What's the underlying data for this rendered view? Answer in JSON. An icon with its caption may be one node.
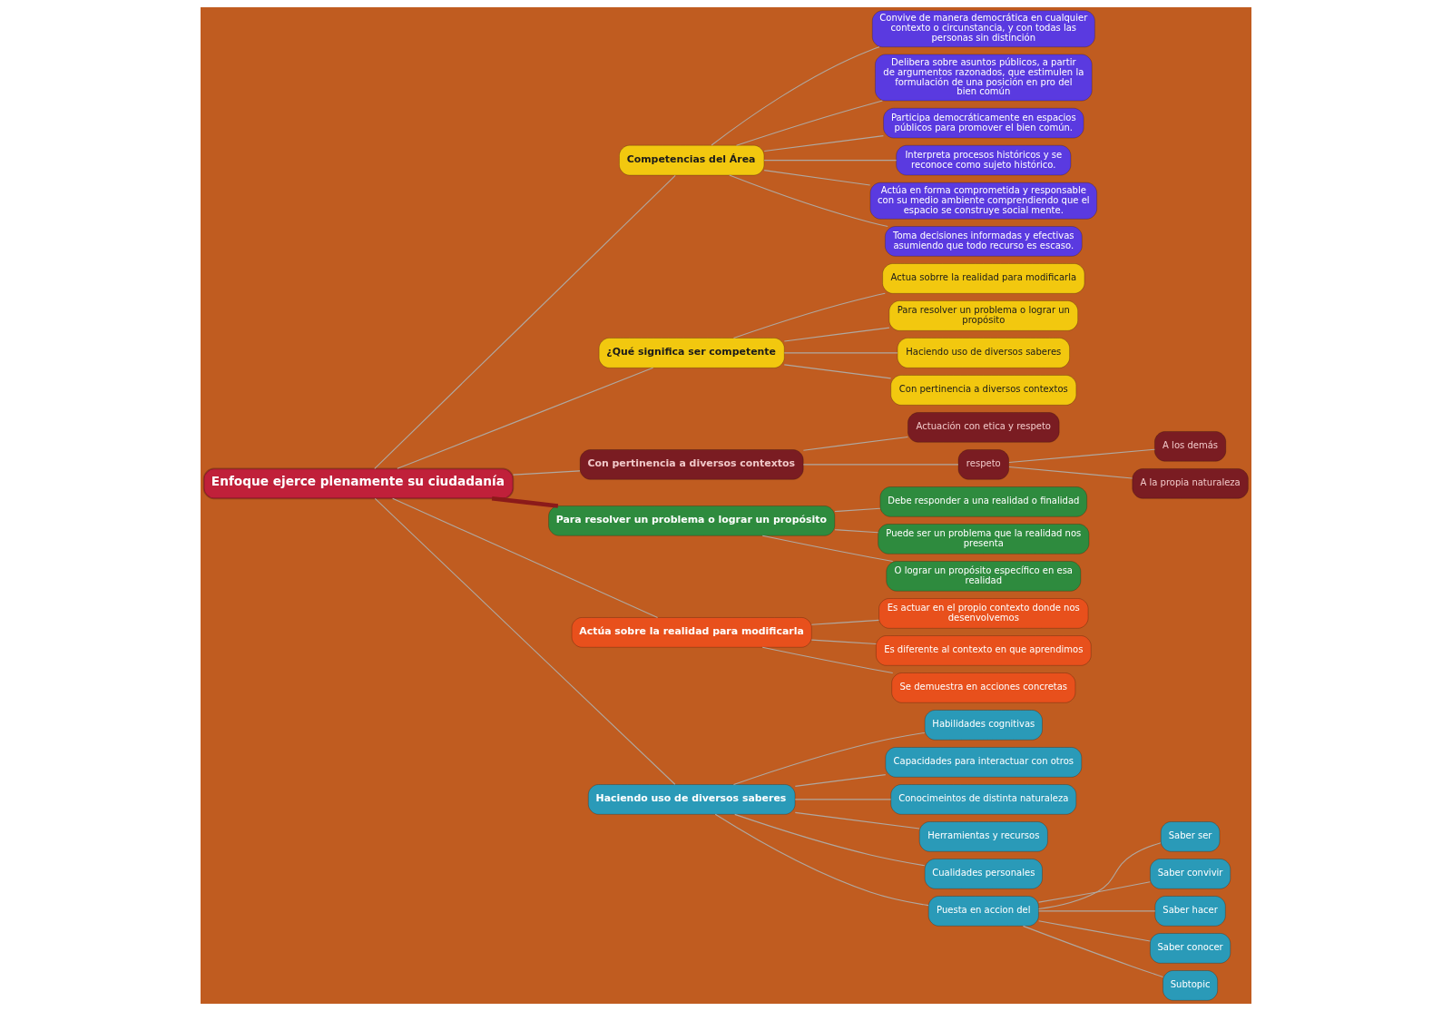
{
  "diagram": {
    "nodes": [
      {
        "text": [
          "Enfoque ejerce plenamente su ciudadanía"
        ]
      },
      {
        "text": [
          "Competencias del Área"
        ]
      },
      {
        "text": [
          "Convive de manera democrática en cualquier contexto o circunstancia, y con todas las personas sin distinción"
        ]
      },
      {
        "text": [
          "Delibera sobre asuntos públicos, a partir de argumentos razonados, que estimulen la formulación de una posición en pro del bien común"
        ]
      },
      {
        "text": [
          "Participa democráticamente en espacios públicos para promover el bien común."
        ]
      },
      {
        "text": [
          "Interpreta procesos históricos y se reconoce como sujeto histórico."
        ]
      },
      {
        "text": [
          "Actúa en forma comprometida y responsable con su medio ambiente comprendiendo que el espacio se construye social mente."
        ]
      },
      {
        "text": [
          "Toma decisiones informadas y efectivas asumiendo que todo recurso es escaso."
        ]
      },
      {
        "text": [
          "¿Qué significa ser competente"
        ]
      },
      {
        "text": [
          "Actua sobrre la realidad para modificarla"
        ]
      },
      {
        "text": [
          "Para resolver un problema o lograr un propósito"
        ]
      },
      {
        "text": [
          "Haciendo uso de diversos saberes"
        ]
      },
      {
        "text": [
          "Con pertinencia a diversos contextos"
        ]
      },
      {
        "text": [
          "Con pertinencia a diversos contextos"
        ]
      },
      {
        "text": [
          "Actuación con etica y respeto"
        ]
      },
      {
        "text": [
          "respeto"
        ]
      },
      {
        "text": [
          "A los demás"
        ]
      },
      {
        "text": [
          "A la propia naturaleza"
        ]
      },
      {
        "text": [
          "Para resolver un problema o lograr un propósito"
        ]
      },
      {
        "text": [
          "Debe responder a una realidad o finalidad"
        ]
      },
      {
        "text": [
          "Puede ser un problema que la realidad nos presenta"
        ]
      },
      {
        "text": [
          "O lograr un propósito específico en esa realidad"
        ]
      },
      {
        "text": [
          "Actúa sobre la realidad para modificarla"
        ]
      },
      {
        "text": [
          "Es actuar en el propio contexto donde nos desenvolvemos"
        ]
      },
      {
        "text": [
          "Es diferente al contexto en que aprendimos"
        ]
      },
      {
        "text": [
          "Se demuestra en acciones concretas"
        ]
      },
      {
        "text": [
          "Haciendo uso de diversos saberes"
        ]
      },
      {
        "text": [
          "Habilidades cognitivas"
        ]
      },
      {
        "text": [
          "Capacidades para interactuar con otros"
        ]
      },
      {
        "text": [
          "Conocimeintos de distinta naturaleza"
        ]
      },
      {
        "text": [
          "Herramientas y recursos"
        ]
      },
      {
        "text": [
          "Cualidades personales"
        ]
      },
      {
        "text": [
          "Puesta en accion del"
        ]
      },
      {
        "text": [
          "Saber ser"
        ]
      },
      {
        "text": [
          "Saber convivir"
        ]
      },
      {
        "text": [
          "Saber hacer"
        ]
      },
      {
        "text": [
          "Saber conocer"
        ]
      },
      {
        "text": [
          "Subtopic"
        ]
      }
    ],
    "edges": [
      {
        "from": 0,
        "to": 1,
        "arrow": "none"
      },
      {
        "from": 1,
        "to": 2,
        "arrow": "none"
      },
      {
        "from": 1,
        "to": 3,
        "arrow": "none"
      },
      {
        "from": 1,
        "to": 4,
        "arrow": "none"
      },
      {
        "from": 1,
        "to": 5,
        "arrow": "none"
      },
      {
        "from": 1,
        "to": 6,
        "arrow": "none"
      },
      {
        "from": 1,
        "to": 7,
        "arrow": "none"
      },
      {
        "from": 0,
        "to": 8,
        "arrow": "none"
      },
      {
        "from": 8,
        "to": 9,
        "arrow": "none"
      },
      {
        "from": 8,
        "to": 10,
        "arrow": "none"
      },
      {
        "from": 8,
        "to": 11,
        "arrow": "none"
      },
      {
        "from": 8,
        "to": 12,
        "arrow": "none"
      },
      {
        "from": 0,
        "to": 13,
        "arrow": "none"
      },
      {
        "from": 13,
        "to": 14,
        "arrow": "none"
      },
      {
        "from": 13,
        "to": 15,
        "arrow": "none"
      },
      {
        "from": 15,
        "to": 16,
        "arrow": "none"
      },
      {
        "from": 15,
        "to": 17,
        "arrow": "none"
      },
      {
        "from": 0,
        "to": 18,
        "arrow": "none",
        "style": "thick",
        "color": "#8b1a1a"
      },
      {
        "from": 18,
        "to": 19,
        "arrow": "none"
      },
      {
        "from": 18,
        "to": 20,
        "arrow": "none"
      },
      {
        "from": 18,
        "to": 21,
        "arrow": "none"
      },
      {
        "from": 0,
        "to": 22,
        "arrow": "none"
      },
      {
        "from": 22,
        "to": 23,
        "arrow": "none"
      },
      {
        "from": 22,
        "to": 24,
        "arrow": "none"
      },
      {
        "from": 22,
        "to": 25,
        "arrow": "none"
      },
      {
        "from": 0,
        "to": 26,
        "arrow": "none"
      },
      {
        "from": 26,
        "to": 27,
        "arrow": "none"
      },
      {
        "from": 26,
        "to": 28,
        "arrow": "none"
      },
      {
        "from": 26,
        "to": 29,
        "arrow": "none"
      },
      {
        "from": 26,
        "to": 30,
        "arrow": "none"
      },
      {
        "from": 26,
        "to": 31,
        "arrow": "none"
      },
      {
        "from": 26,
        "to": 32,
        "arrow": "none"
      },
      {
        "from": 32,
        "to": 33,
        "arrow": "none"
      },
      {
        "from": 32,
        "to": 34,
        "arrow": "none"
      },
      {
        "from": 32,
        "to": 35,
        "arrow": "none"
      },
      {
        "from": 32,
        "to": 36,
        "arrow": "none"
      },
      {
        "from": 32,
        "to": 37,
        "arrow": "none"
      }
    ]
  }
}
